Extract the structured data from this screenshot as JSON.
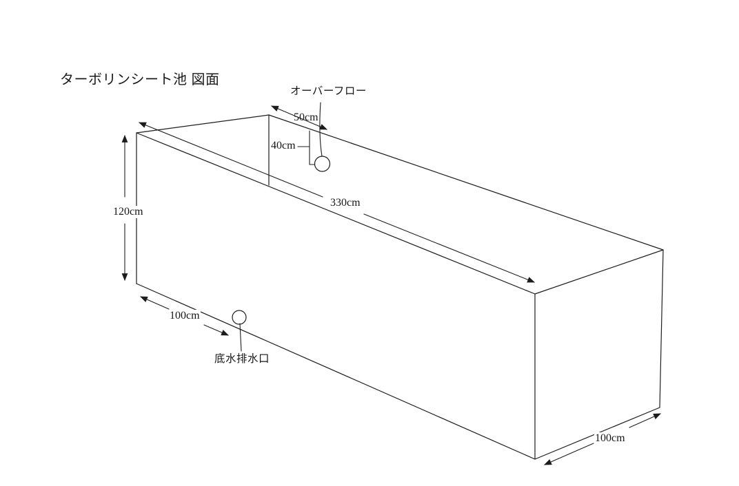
{
  "page": {
    "background": "#ffffff",
    "line_color": "#1c1c1c"
  },
  "title": "ターボリンシート池 図面",
  "drawing": {
    "labels": {
      "overflow": "オーバーフロー",
      "drain": "底水排水口"
    },
    "dimensions": {
      "overflow_offset_along_top": "50cm",
      "overflow_depth": "40cm",
      "pond_length": "330cm",
      "pond_height": "120cm",
      "drain_offset_along_bottom": "100cm",
      "pond_width": "100cm"
    }
  }
}
